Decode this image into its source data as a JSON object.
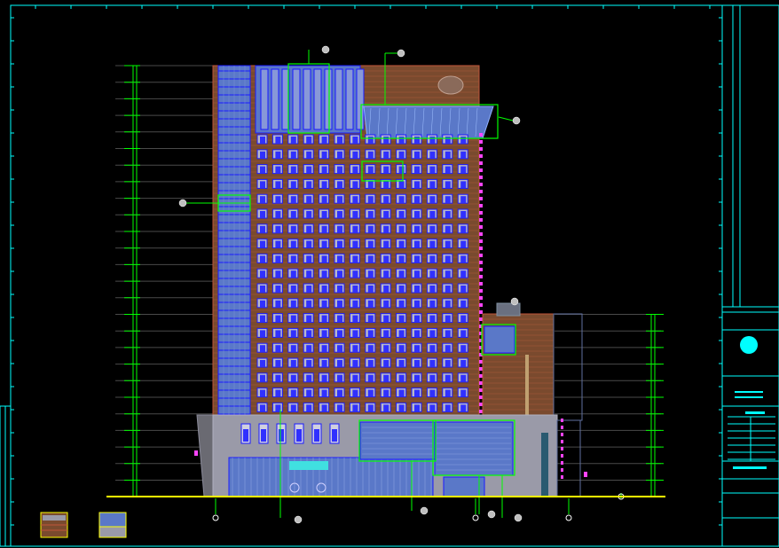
{
  "colors": {
    "background": "#000000",
    "frame": "#00ffff",
    "level_line": "#00ff00",
    "brick": "#7a4a2e",
    "brick_line": "#c0553a",
    "glass": "#5a78c8",
    "panel": "#9a9aa8",
    "window_frame": "#1a1aff",
    "ground": "#ffff00",
    "highlight": "#ff44ff",
    "callout": "#00ff00"
  },
  "drawing": {
    "facade_type": "high-rise elevation",
    "tower_floors": 19,
    "podium_floors": 3,
    "window_columns": 14,
    "axis_markers": 4
  },
  "legend": {
    "swatch_brick": "brick-swatch-icon",
    "swatch_glass": "glass-swatch-icon"
  },
  "title_block": {
    "logo": "company-logo-icon"
  }
}
